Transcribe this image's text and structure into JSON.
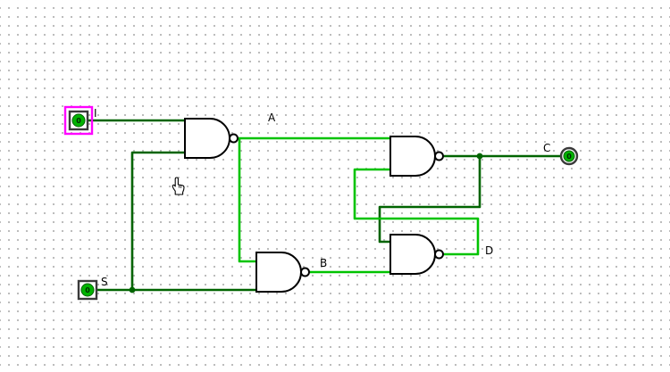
{
  "canvas": {
    "tool": "poke",
    "cursor": "hand-pointer"
  },
  "colors": {
    "wire_low": "#006400",
    "wire_high": "#00c300",
    "selection": "#ff00ff",
    "gate_outline": "#000000",
    "pin_border": "#3a3a3a",
    "pin_value_fill": "#00b300",
    "grid_dot": "#b9b9b9"
  },
  "pins": {
    "input_i": {
      "label": "I",
      "value": "0",
      "type": "input",
      "state": "selected"
    },
    "input_s": {
      "label": "S",
      "value": "0",
      "type": "input"
    },
    "output_c": {
      "label": "C",
      "value": "0",
      "type": "output"
    }
  },
  "wires": {
    "label_a": "A",
    "label_b": "B",
    "label_d": "D"
  },
  "gates": {
    "g1": {
      "type": "NAND"
    },
    "g2": {
      "type": "NAND"
    },
    "g3": {
      "type": "NAND"
    },
    "g4": {
      "type": "NAND"
    }
  }
}
